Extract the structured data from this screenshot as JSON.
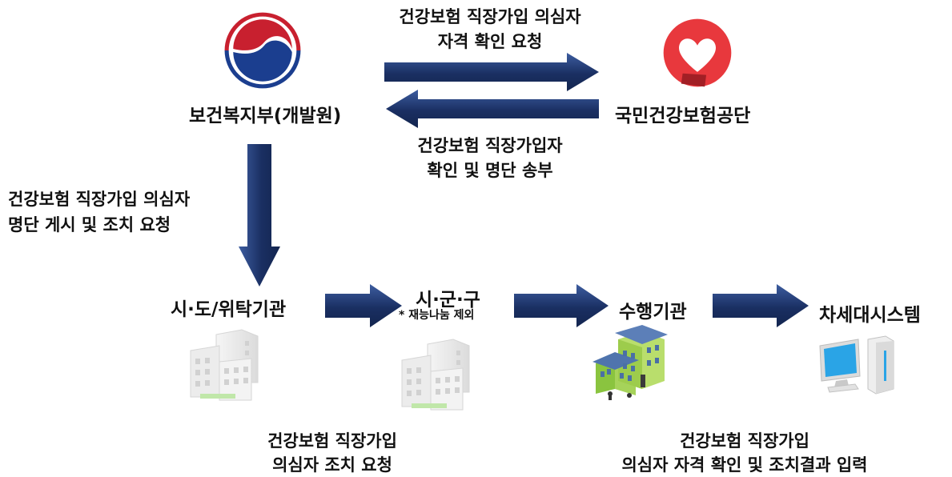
{
  "entities": {
    "ministry": "보건복지부(개발원)",
    "nhis": "국민건강보험공단",
    "provincial": "시·도/위탁기관",
    "local": "시·군·구",
    "local_note": "* 재능나눔 제외",
    "agency": "수행기관",
    "nextgen": "차세대시스템"
  },
  "flows": {
    "request_to_nhis": [
      "건강보험 직장가입 의심자",
      "자격 확인 요청"
    ],
    "reply_from_nhis": [
      "건강보험 직장가입자",
      "확인 및 명단 송부"
    ],
    "down_request": [
      "건강보험 직장가입 의심자",
      "명단 게시 및 조치 요청"
    ]
  },
  "captions": {
    "under_buildings": [
      "건강보험 직장가입",
      "의심자 조치 요청"
    ],
    "under_agency": [
      "건강보험 직장가입",
      "의심자 자격 확인 및 조치결과 입력"
    ]
  },
  "colors": {
    "arrow_dark": "#13254f",
    "arrow_light": "#3d5da0",
    "ministry_red": "#c8202f",
    "ministry_blue": "#1b3e8f",
    "nhis_red": "#e8383d"
  },
  "icons": [
    "ministry-emblem-icon",
    "nhis-logo-icon",
    "office-building-icon",
    "school-building-icon",
    "computer-icon"
  ]
}
